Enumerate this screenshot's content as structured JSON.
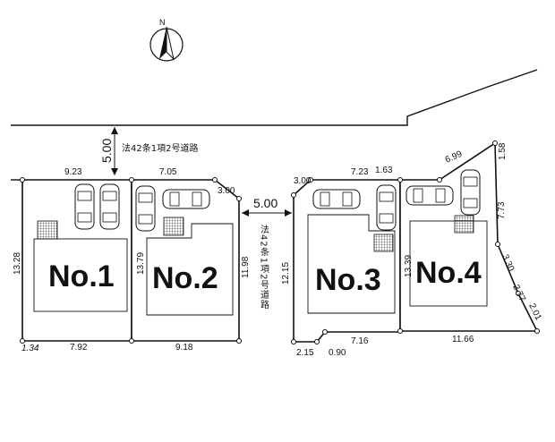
{
  "north": {
    "label": "N",
    "icon": "north-arrow-icon"
  },
  "roads": {
    "top": {
      "width": "5.00",
      "label": "法42条1項2号道路"
    },
    "middle": {
      "width": "5.00",
      "label": "法42条1項2号道路"
    }
  },
  "lots": [
    {
      "label": "No.1",
      "front": "9.23",
      "side": "13.28",
      "rear": "7.92",
      "corner": "1.34"
    },
    {
      "label": "No.2",
      "front": "7.05",
      "side": "13.79",
      "rear": "9.18",
      "corner": "3.00",
      "right": "11.98"
    },
    {
      "label": "No.3",
      "front": "7.23",
      "side": "12.15",
      "rear": "7.16",
      "corner": "3.00",
      "cut_a": "2.15",
      "cut_b": "0.90"
    },
    {
      "label": "No.4",
      "front": "1.63",
      "front2": "6.99",
      "side": "13.39",
      "rear": "11.66",
      "right_a": "1.58",
      "right_b": "7.73",
      "right_c": "3.30",
      "right_d": "2.77",
      "right_e": "2.01"
    }
  ]
}
